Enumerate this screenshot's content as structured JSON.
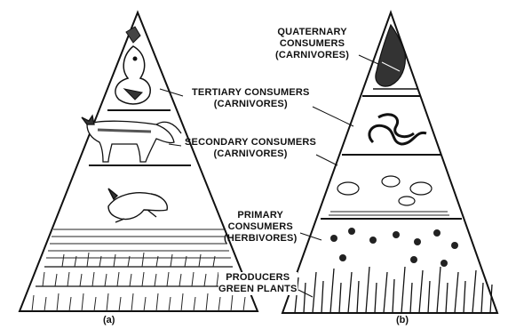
{
  "pyramid_a": {
    "caption": "(a)",
    "levels": [
      {
        "id": "tertiary",
        "icon": "bird-icon"
      },
      {
        "id": "secondary",
        "icon": "fox-icon"
      },
      {
        "id": "primary",
        "icon": "rabbit-icon"
      },
      {
        "id": "producers",
        "icon": "grass-icon"
      }
    ]
  },
  "pyramid_b": {
    "caption": "(b)",
    "levels": [
      {
        "id": "quaternary",
        "icon": "hawk-icon"
      },
      {
        "id": "tertiary",
        "icon": "snake-icon"
      },
      {
        "id": "secondary",
        "icon": "frog-icon"
      },
      {
        "id": "primary",
        "icon": "insect-icon"
      },
      {
        "id": "producers",
        "icon": "grass-icon"
      }
    ]
  },
  "labels": {
    "quaternary": {
      "line1": "QUATERNARY",
      "line2": "CONSUMERS",
      "line3": "(CARNIVORES)"
    },
    "tertiary": {
      "line1": "TERTIARY CONSUMERS",
      "line2": "(CARNIVORES)"
    },
    "secondary": {
      "line1": "SECONDARY CONSUMERS",
      "line2": "(CARNIVORES)"
    },
    "primary": {
      "line1": "PRIMARY",
      "line2": "CONSUMERS",
      "line3": "(HERBIVORES)"
    },
    "producers": {
      "line1": "PRODUCERS",
      "line2": "GREEN PLANTS"
    }
  }
}
